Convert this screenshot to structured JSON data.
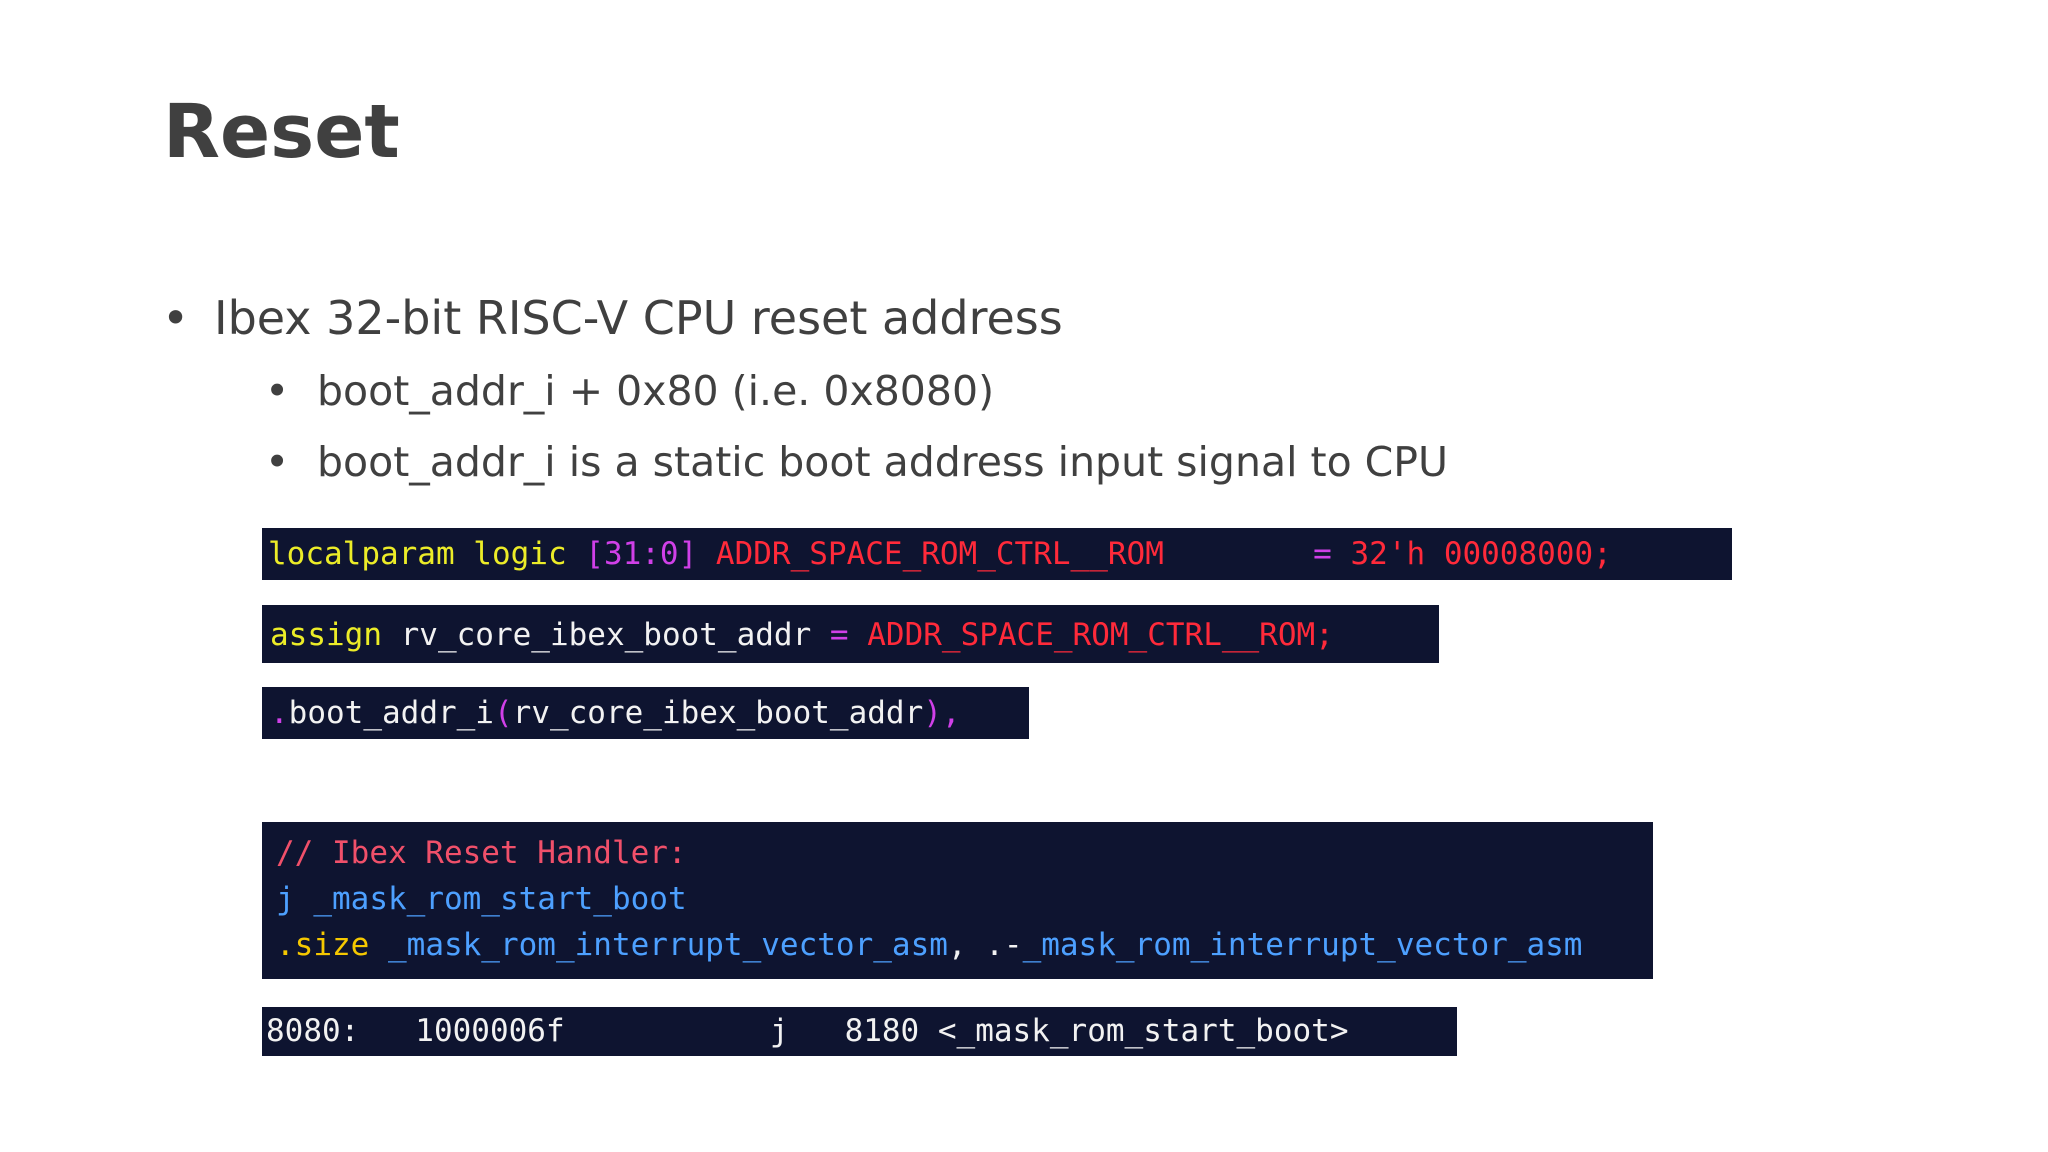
{
  "slide": {
    "title": "Reset",
    "bullets": [
      {
        "text": "Ibex 32-bit RISC-V CPU reset address",
        "children": [
          "boot_addr_i + 0x80 (i.e. 0x8080)",
          "boot_addr_i is a static boot address input signal to CPU"
        ]
      }
    ],
    "bullet_glyph": "•"
  },
  "code_blocks": {
    "localparam": {
      "keyword": "localparam logic ",
      "range": "[31:0]",
      "name": " ADDR_SPACE_ROM_CTRL__ROM",
      "spacing": "        ",
      "equals": "= ",
      "value": "32'h 00008000;"
    },
    "assign": {
      "keyword": "assign",
      "lhs": " rv_core_ibex_boot_addr ",
      "equals": "= ",
      "rhs": "ADDR_SPACE_ROM_CTRL__ROM;"
    },
    "port": {
      "dot": ".",
      "port_name": "boot_addr_i",
      "open": "(",
      "signal": "rv_core_ibex_boot_addr",
      "close": "),"
    },
    "asm": {
      "comment": "// Ibex Reset Handler:",
      "jump_mnemonic": "j",
      "jump_target": " _mask_rom_start_boot",
      "size_directive": ".size",
      "size_symbol": " _mask_rom_interrupt_vector_asm",
      "size_comma": ", .-",
      "size_expr_symbol": "_mask_rom_interrupt_vector_asm"
    },
    "disasm": {
      "line": "8080:   1000006f           j   8180 <_mask_rom_start_boot>"
    }
  },
  "colors": {
    "title": "#404040",
    "body_text": "#404040",
    "code_background": "#0e1430",
    "keyword": "#ecec28",
    "identifier_red": "#ff2a3a",
    "range_purple": "#d040e8",
    "comment": "#f0506a",
    "asm_blue": "#4da0ff",
    "directive_gold": "#f5c800"
  }
}
